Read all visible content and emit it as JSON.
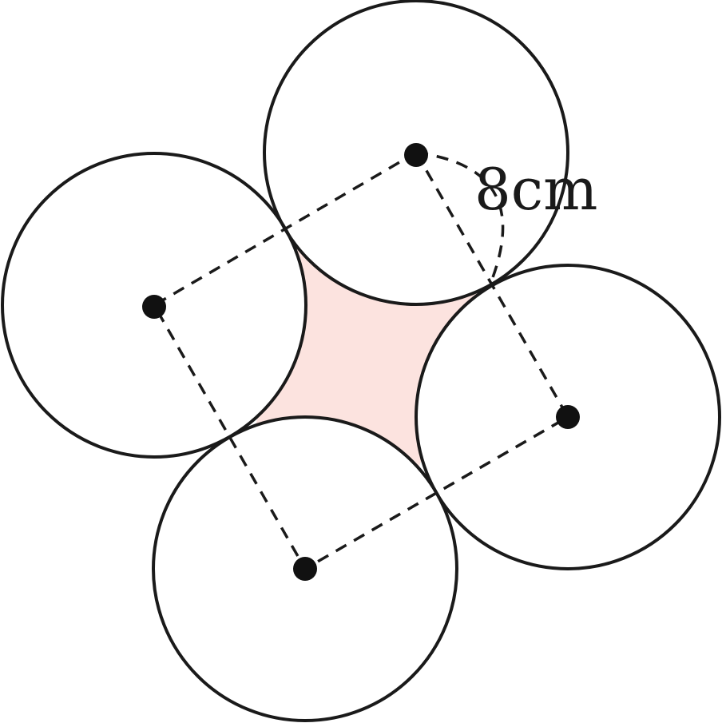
{
  "diagram": {
    "radius_label": "8cm",
    "colors": {
      "stroke": "#1a1a1a",
      "shaded_region": "#fce3df",
      "center_dot": "#111111",
      "background": "#ffffff"
    },
    "circles": [
      {
        "name": "top"
      },
      {
        "name": "left"
      },
      {
        "name": "right"
      },
      {
        "name": "bottom"
      }
    ]
  }
}
